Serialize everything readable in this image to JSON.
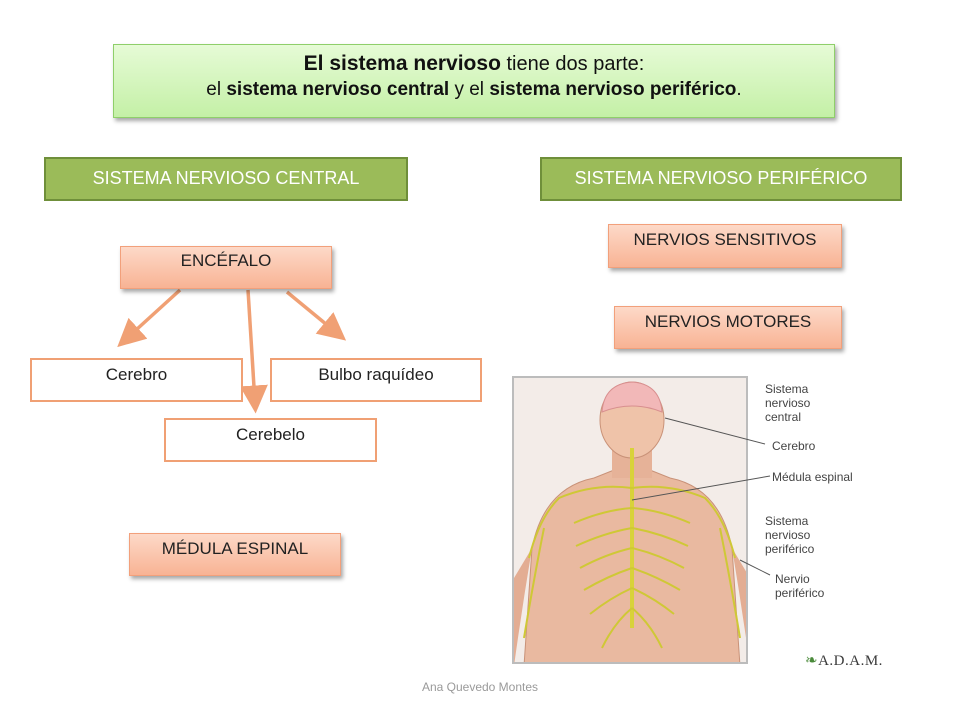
{
  "title": {
    "line1_bold": "El sistema nervioso",
    "line1_rest": " tiene dos parte:",
    "line2_a": "el ",
    "line2_bold1": "sistema nervioso central",
    "line2_b": " y el ",
    "line2_bold2": "sistema nervioso periférico",
    "line2_end": "."
  },
  "central": {
    "header": "SISTEMA NERVIOSO CENTRAL",
    "encefalo": "ENCÉFALO",
    "cerebro": "Cerebro",
    "bulbo": "Bulbo raquídeo",
    "cerebelo": "Cerebelo",
    "medula": "MÉDULA ESPINAL"
  },
  "periferico": {
    "header": "SISTEMA NERVIOSO PERIFÉRICO",
    "sensitivos": "NERVIOS SENSITIVOS",
    "motores": "NERVIOS MOTORES"
  },
  "figure": {
    "label_snc": [
      "Sistema",
      "nervioso",
      "central"
    ],
    "label_cerebro": "Cerebro",
    "label_medula": "Médula espinal",
    "label_snp": [
      "Sistema",
      "nervioso",
      "periférico"
    ],
    "label_nervio": [
      "Nervio",
      "periférico"
    ],
    "logo": "A.D.A.M."
  },
  "footer": "Ana Quevedo Montes",
  "colors": {
    "green": "#9bbb59",
    "orange_arrow": "#f0a074",
    "nerve": "#d8d23a"
  }
}
